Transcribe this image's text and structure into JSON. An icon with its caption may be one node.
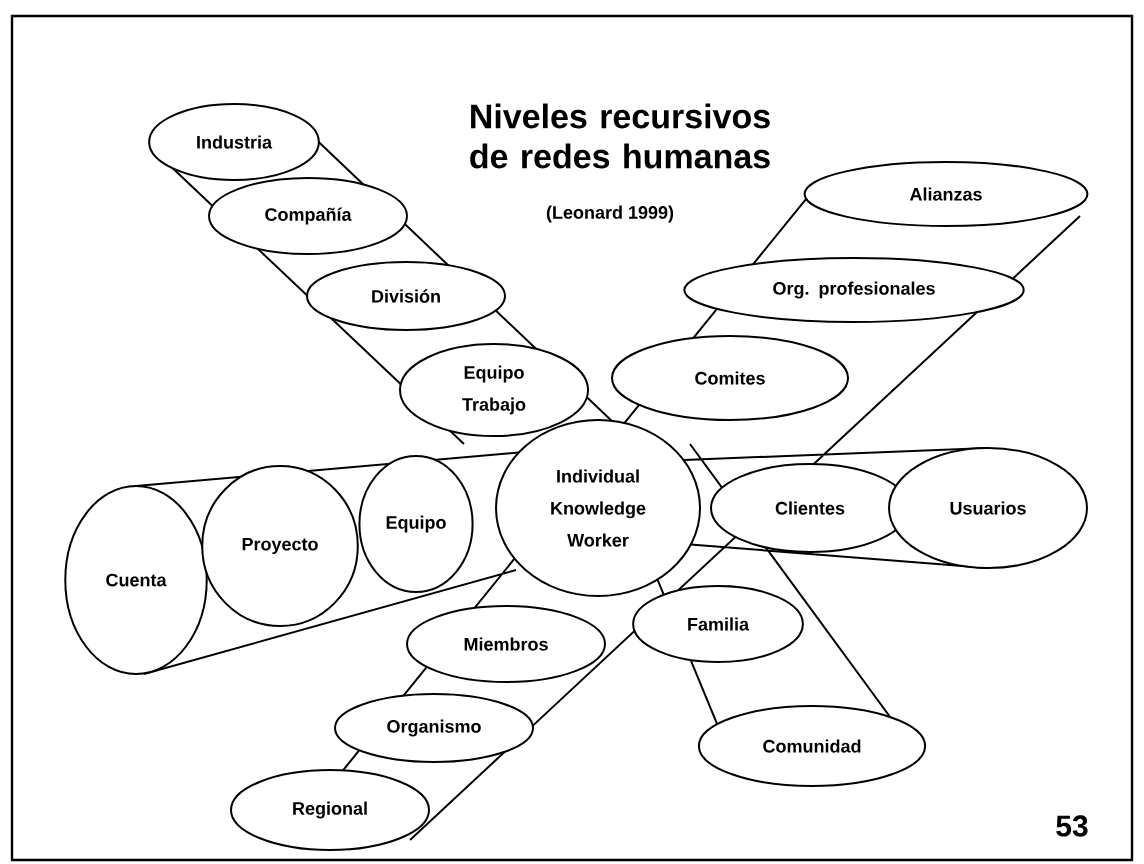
{
  "diagram": {
    "title": "Niveles recursivos de redes humanas",
    "nodes": [
      {
        "text": [
          "Industria"
        ]
      },
      {
        "text": [
          "Compañía"
        ]
      },
      {
        "text": [
          "División"
        ]
      },
      {
        "text": [
          "Equipo Trabajo"
        ]
      },
      {
        "text": [
          "Alianzas"
        ]
      },
      {
        "text": [
          "Org. profesionales"
        ]
      },
      {
        "text": [
          "Comites"
        ]
      },
      {
        "text": [
          "Individual Knowledge Worker"
        ]
      },
      {
        "text": [
          "Clientes"
        ]
      },
      {
        "text": [
          "Usuarios"
        ]
      },
      {
        "text": [
          "Cuenta"
        ]
      },
      {
        "text": [
          "Proyecto"
        ]
      },
      {
        "text": [
          "Equipo"
        ]
      },
      {
        "text": [
          "Miembros"
        ]
      },
      {
        "text": [
          "Organismo"
        ]
      },
      {
        "text": [
          "Regional"
        ]
      },
      {
        "text": [
          "Familia"
        ]
      },
      {
        "text": [
          "Comunidad"
        ]
      }
    ],
    "labels": [
      "(Leonard 1999)",
      "53"
    ]
  }
}
